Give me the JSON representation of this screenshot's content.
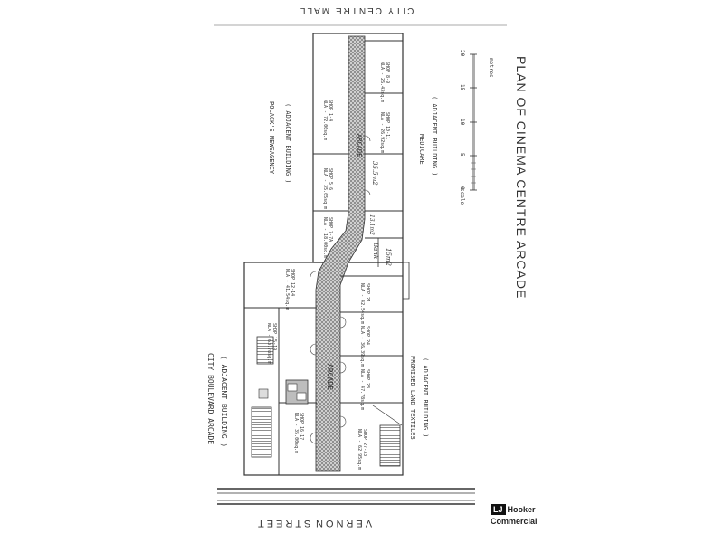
{
  "plan": {
    "title": "PLAN OF CINEMA CENTRE ARCADE",
    "top_street": "CITY CENTRE MALL",
    "bottom_street_left": "STREET",
    "bottom_street_right": "VERNON",
    "scale": {
      "unit_label": "metres",
      "caption": "scale",
      "ticks": [
        "0",
        "5",
        "10",
        "15",
        "20"
      ]
    },
    "arcade_label_upper": "ARCADE",
    "arcade_label_lower": "ARCADE",
    "adjacent": {
      "polacks_name": "POLACK'S NEWSAGENCY",
      "polacks_sub": "( ADJACENT BUILDING )",
      "medicare_name": "MEDICARE",
      "medicare_sub": "( ADJACENT BUILDING )",
      "boulevard_name": "CITY BOULEVARD ARCADE",
      "boulevard_sub": "( ADJACENT BUILDING )",
      "promised_name": "PROMISED LAND TEXTILES",
      "promised_sub": "( ADJACENT BUILDING )"
    },
    "shops": [
      {
        "name": "SHOP 1-4",
        "area": "NLA - 72.00sq.m"
      },
      {
        "name": "SHOP 5-6",
        "area": "NLA - 35.65sq.m"
      },
      {
        "name": "SHOP 7-7A",
        "area": "NLA - 18.00sq.m"
      },
      {
        "name": "SHOP 8-9",
        "area": "NLA - 26.43sq.m"
      },
      {
        "name": "SHOP 10-11",
        "area": "NLA - 26.92sq.m"
      },
      {
        "name": "SHOP 12-14",
        "area": "NLA - 41.54sq.m"
      },
      {
        "name": "SHOP 15-19",
        "area": "NLA - 63.78sq.m"
      },
      {
        "name": "SHOP 21",
        "area": "NLA - 42.54sq.m"
      },
      {
        "name": "SHOP 24",
        "area": "NLA - 36.39sq.m"
      },
      {
        "name": "SHOP 23",
        "area": "NLA - 47.78sq.m"
      },
      {
        "name": "SHOP 16-17",
        "area": "NLA - 35.00sq.m"
      },
      {
        "name": "SHOP 27-33",
        "area": "NLA - 62.95sq.m"
      }
    ],
    "handwritten_notes": [
      "35.5m2",
      "13.1m2",
      "Bank",
      "15m2"
    ]
  },
  "branding": {
    "logo_mark": "LJ",
    "logo_name": "Hooker",
    "logo_sub": "Commercial"
  }
}
